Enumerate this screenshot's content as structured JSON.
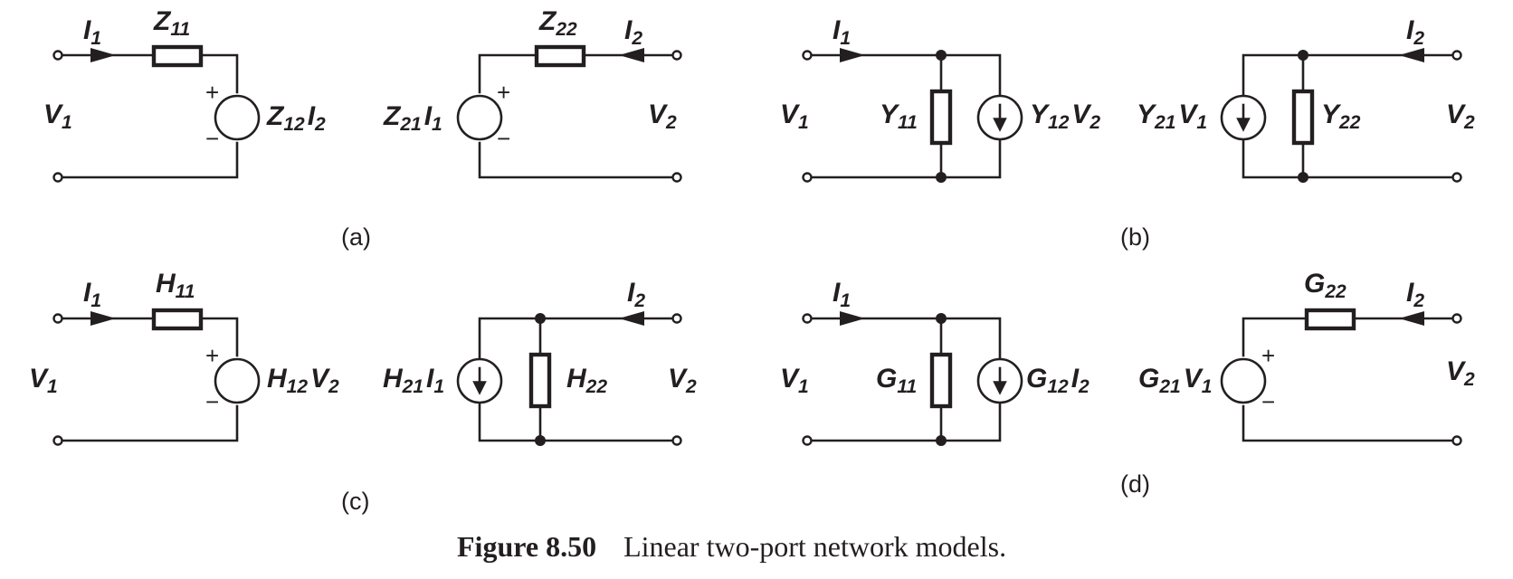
{
  "caption": {
    "number": "Figure 8.50",
    "text": "Linear two-port network models."
  },
  "sign": {
    "plus": "+",
    "minus": "−"
  },
  "panels": {
    "a": {
      "tag": "(a)",
      "left": {
        "current": [
          "I",
          "1"
        ],
        "voltage": [
          "V",
          "1"
        ],
        "series": [
          "Z",
          "11"
        ],
        "source": [
          "Z",
          "12",
          "I",
          "2"
        ]
      },
      "right": {
        "current": [
          "I",
          "2"
        ],
        "voltage": [
          "V",
          "2"
        ],
        "series": [
          "Z",
          "22"
        ],
        "source": [
          "Z",
          "21",
          "I",
          "1"
        ]
      }
    },
    "b": {
      "tag": "(b)",
      "left": {
        "current": [
          "I",
          "1"
        ],
        "voltage": [
          "V",
          "1"
        ],
        "shunt": [
          "Y",
          "11"
        ],
        "source": [
          "Y",
          "12",
          "V",
          "2"
        ]
      },
      "right": {
        "current": [
          "I",
          "2"
        ],
        "voltage": [
          "V",
          "2"
        ],
        "shunt": [
          "Y",
          "22"
        ],
        "source": [
          "Y",
          "21",
          "V",
          "1"
        ]
      }
    },
    "c": {
      "tag": "(c)",
      "left": {
        "current": [
          "I",
          "1"
        ],
        "voltage": [
          "V",
          "1"
        ],
        "series": [
          "H",
          "11"
        ],
        "source": [
          "H",
          "12",
          "V",
          "2"
        ]
      },
      "right": {
        "current": [
          "I",
          "2"
        ],
        "voltage": [
          "V",
          "2"
        ],
        "shunt": [
          "H",
          "22"
        ],
        "source": [
          "H",
          "21",
          "I",
          "1"
        ]
      }
    },
    "d": {
      "tag": "(d)",
      "left": {
        "current": [
          "I",
          "1"
        ],
        "voltage": [
          "V",
          "1"
        ],
        "shunt": [
          "G",
          "11"
        ],
        "source": [
          "G",
          "12",
          "I",
          "2"
        ]
      },
      "right": {
        "current": [
          "I",
          "2"
        ],
        "voltage": [
          "V",
          "2"
        ],
        "series": [
          "G",
          "22"
        ],
        "source": [
          "G",
          "21",
          "V",
          "1"
        ]
      }
    }
  }
}
